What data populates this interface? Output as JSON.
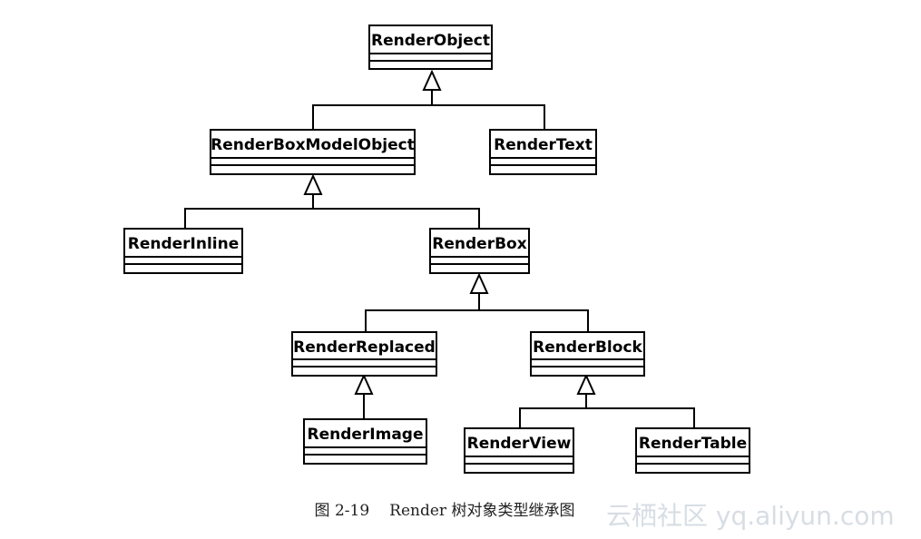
{
  "diagram": {
    "title": "",
    "classes": {
      "render_object": "RenderObject",
      "render_box_model_object": "RenderBoxModelObject",
      "render_text": "RenderText",
      "render_inline": "RenderInline",
      "render_box": "RenderBox",
      "render_replaced": "RenderReplaced",
      "render_block": "RenderBlock",
      "render_image": "RenderImage",
      "render_view": "RenderView",
      "render_table": "RenderTable"
    },
    "relationships": [
      {
        "parent": "RenderObject",
        "children": [
          "RenderBoxModelObject",
          "RenderText"
        ]
      },
      {
        "parent": "RenderBoxModelObject",
        "children": [
          "RenderInline",
          "RenderBox"
        ]
      },
      {
        "parent": "RenderBox",
        "children": [
          "RenderReplaced",
          "RenderBlock"
        ]
      },
      {
        "parent": "RenderReplaced",
        "children": [
          "RenderImage"
        ]
      },
      {
        "parent": "RenderBlock",
        "children": [
          "RenderView",
          "RenderTable"
        ]
      }
    ]
  },
  "caption": {
    "number": "图 2-19",
    "text": "Render 树对象类型继承图"
  },
  "watermark": {
    "text": "云栖社区 yq.aliyun.com"
  }
}
